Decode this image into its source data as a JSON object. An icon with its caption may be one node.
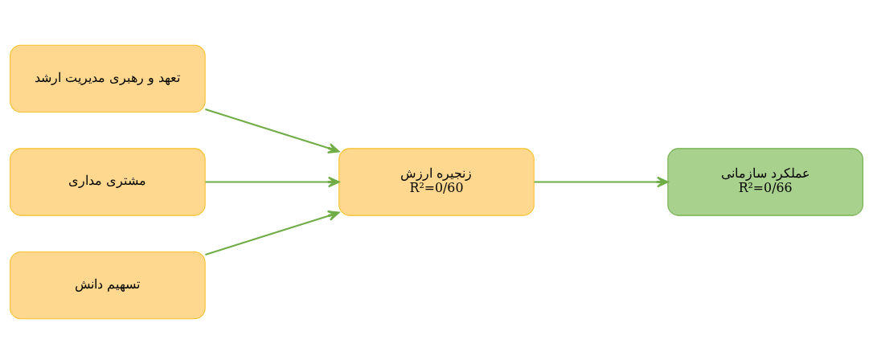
{
  "diagram": {
    "nodes": [
      {
        "text": [
          "تعهد و رهبری مدیریت ارشد"
        ]
      },
      {
        "text": [
          "مشتری مداری"
        ]
      },
      {
        "text": [
          "تسهیم دانش"
        ]
      },
      {
        "text": [
          "زنجیره ارزش",
          "R²=0/60"
        ]
      },
      {
        "text": [
          "عملکرد سازمانی",
          "R²=0/66"
        ]
      }
    ],
    "edges": [
      {
        "from": 0,
        "to": 3,
        "arrow": "to"
      },
      {
        "from": 1,
        "to": 3,
        "arrow": "to"
      },
      {
        "from": 2,
        "to": 3,
        "arrow": "to"
      },
      {
        "from": 3,
        "to": 4,
        "arrow": "to"
      }
    ]
  }
}
